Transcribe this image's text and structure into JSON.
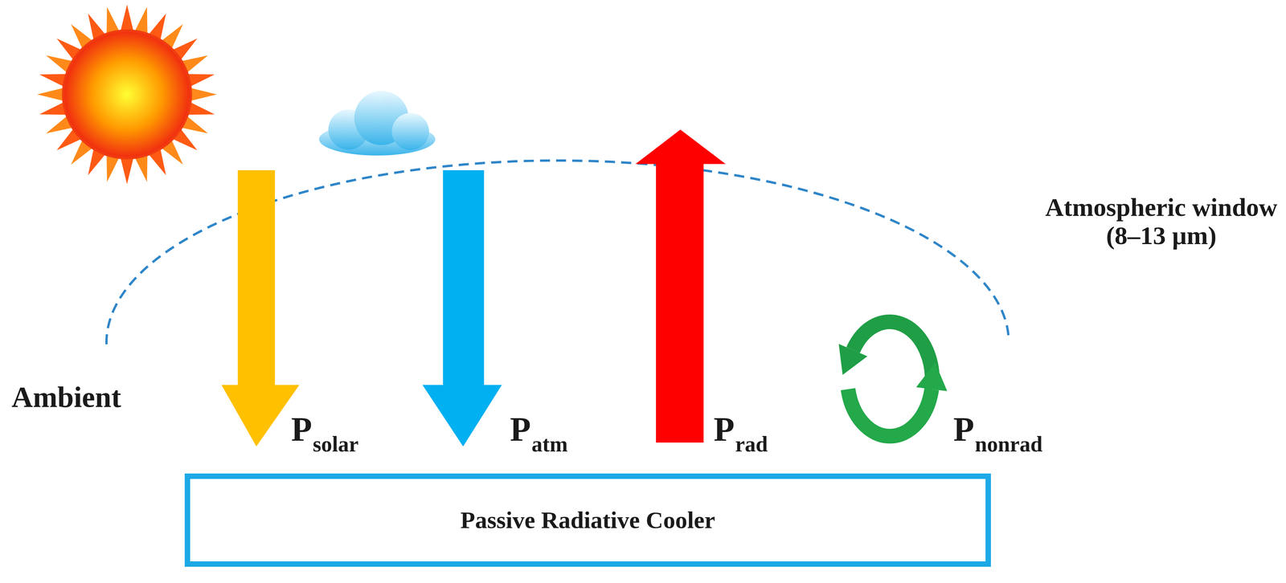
{
  "diagram": {
    "nodes": [
      {
        "text": [
          "Passive Radiative Cooler"
        ]
      }
    ],
    "labels": [
      "Ambient",
      "Atmospheric window (8–13 μm)",
      "P",
      "solar",
      "P",
      "atm",
      "P",
      "rad",
      "P",
      "nonrad"
    ]
  }
}
